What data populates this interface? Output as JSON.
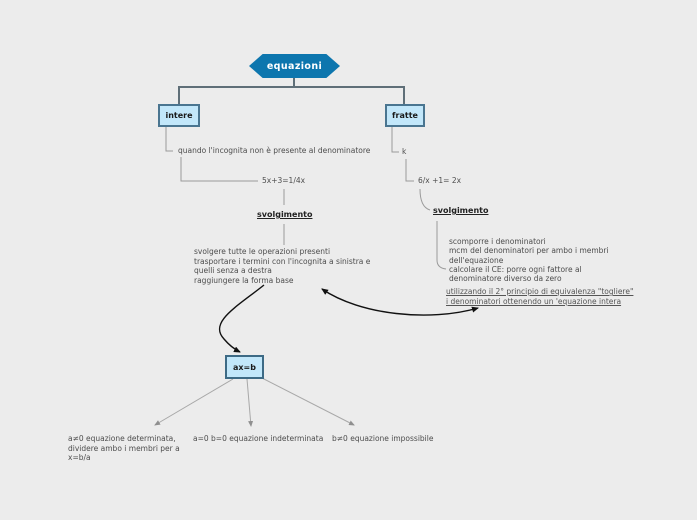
{
  "root": {
    "label": "equazioni"
  },
  "branches": {
    "intere": {
      "label": "intere",
      "condition": "quando l'incognita non è presente al denominatore",
      "example": "5x+3=1/4x",
      "svolgimento_label": "svolgimento",
      "steps": [
        "svolgere tutte le operazioni presenti",
        "trasportare i termini con l'incognita a sinistra e",
        "quelli senza a destra",
        "raggiungere la forma base"
      ]
    },
    "fratte": {
      "label": "fratte",
      "condition": "k",
      "example": "6/x +1= 2x",
      "svolgimento_label": "svolgimento",
      "steps": [
        "scomporre i denominatori",
        "mcm del denominatori per ambo i membri",
        "dell'equazione",
        "calcolare il CE: porre ogni fattore al",
        "denominatore diverso da zero"
      ],
      "note_lines": [
        "utilizzando il 2° principio di equivalenza \"togliere\"",
        "i denominatori ottenendo un 'equazione intera"
      ]
    }
  },
  "base_form": {
    "label": "ax=b"
  },
  "cases": [
    {
      "lines": [
        "a≠0 equazione determinata,",
        "dividere ambo i membri per a",
        "x=b/a"
      ]
    },
    {
      "lines": [
        "a=0 b=0 equazione indeterminata"
      ]
    },
    {
      "lines": [
        "b≠0 equazione impossibile"
      ]
    }
  ],
  "colors": {
    "background": "#ececec",
    "root_fill": "#0d76ae",
    "node_fill": "#c2e7fa",
    "node_border": "#4a7590",
    "tree_line": "#5f6f78",
    "branch_line": "#9a9a9a",
    "arrow": "#111111"
  }
}
